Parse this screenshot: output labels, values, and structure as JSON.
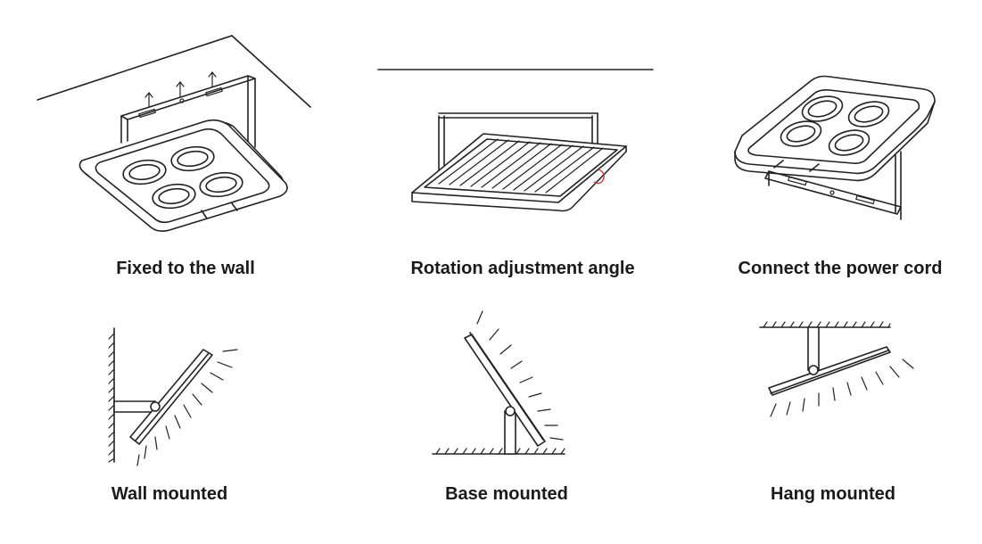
{
  "captions": {
    "fixed_to_wall": "Fixed to the wall",
    "rotation_adjustment": "Rotation adjustment angle",
    "connect_power": "Connect the power cord",
    "wall_mounted": "Wall mounted",
    "base_mounted": "Base mounted",
    "hang_mounted": "Hang mounted"
  },
  "colors": {
    "line": "#222222",
    "highlight": "#d9342b",
    "caption": "#1a1a1a"
  }
}
